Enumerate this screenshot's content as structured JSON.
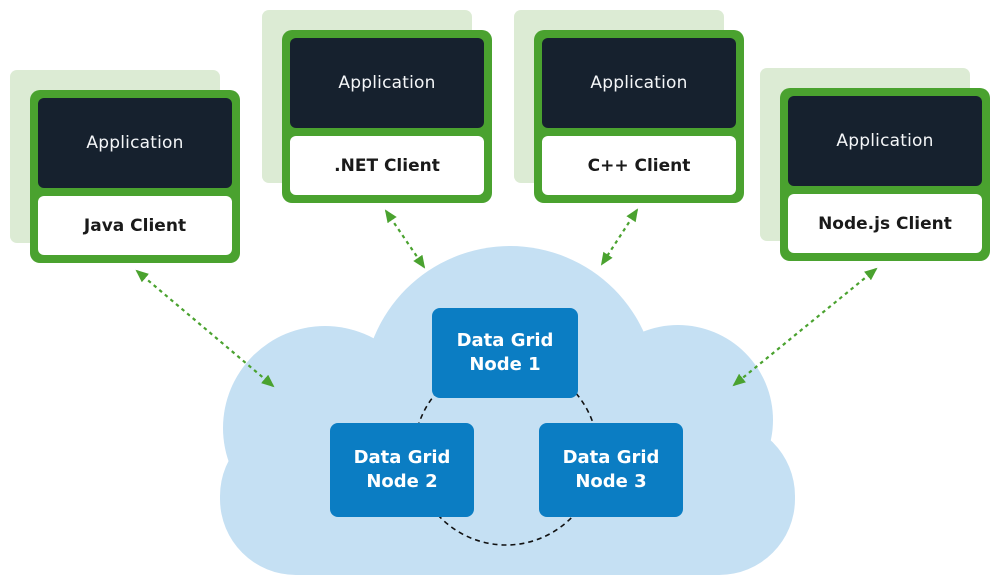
{
  "diagram": {
    "description": "Client applications connected to a data grid cluster inside a cloud"
  },
  "colors": {
    "green": "#4aa22f",
    "green-ghost": "#dcebd4",
    "navy": "#16212e",
    "cloud": "#c5e0f3",
    "node-blue": "#0b7dc3",
    "label-dark": "#1a1a1a",
    "ring-dark": "#111111"
  },
  "clients": [
    {
      "id": "java",
      "app_label": "Application",
      "client_label": "Java Client"
    },
    {
      "id": "dotnet",
      "app_label": "Application",
      "client_label": ".NET Client"
    },
    {
      "id": "cpp",
      "app_label": "Application",
      "client_label": "C++ Client"
    },
    {
      "id": "nodejs",
      "app_label": "Application",
      "client_label": "Node.js Client"
    }
  ],
  "nodes": [
    {
      "line1": "Data Grid",
      "line2": "Node 1"
    },
    {
      "line1": "Data Grid",
      "line2": "Node 2"
    },
    {
      "line1": "Data Grid",
      "line2": "Node 3"
    }
  ]
}
